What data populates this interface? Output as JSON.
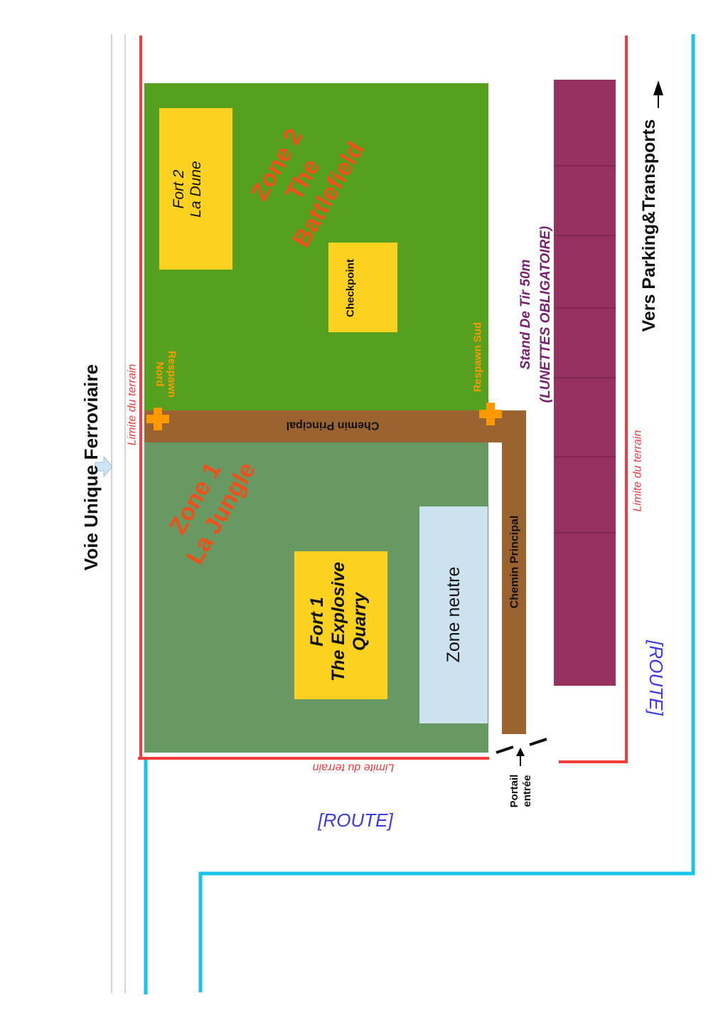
{
  "labels": {
    "railway": "Voie Unique Ferroviaire",
    "limit_west": "Limite du terrain",
    "limit_east": "Limite du terrain",
    "limit_south": "Limite du terrain",
    "zone2_line1": "Zone 2",
    "zone2_line2": "The",
    "zone2_line3": "Battlefield",
    "zone1_line1": "Zone 1",
    "zone1_line2": "La Jungle",
    "fort2_line1": "Fort 2",
    "fort2_line2": "La Dune",
    "checkpoint": "Checkpoint",
    "fort1_line1": "Fort 1",
    "fort1_line2": "The Explosive",
    "fort1_line3": "Quarry",
    "neutral_zone": "Zone neutre",
    "main_path_horizontal": "Chemin Principal",
    "main_path_vertical": "Chemin Principal",
    "respawn_north_line1": "Respawn",
    "respawn_north_line2": "Nord",
    "respawn_south": "Respawn Sud",
    "shooting_range_line1": "Stand De Tir 50m",
    "shooting_range_line2": "(LUNETTES OBLIGATOIRE)",
    "parking": "Vers Parking&Transports",
    "road_east": "[ROUTE]",
    "road_south": "[ROUTE]",
    "gate_line1": "Portail",
    "gate_line2": "entrée"
  },
  "colors": {
    "zone2": "#56a01f",
    "zone1": "#689963",
    "fort": "#fdd11f",
    "path": "#9a6330",
    "neutral": "#cce3ef",
    "range": "#97315f",
    "boundary": "#f23c3c",
    "road": "#18c3ee",
    "zone_text": "#f14f1a",
    "respawn": "#ff9900",
    "route_text": "#3b3be8",
    "range_text": "#7a1e72",
    "rail": "#a8a8a8"
  },
  "icons": {
    "respawn": "plus-cross-icon",
    "rail_arrow": "arrow-right-icon",
    "parking_arrow": "arrow-up-icon",
    "gate_arrow": "arrow-up-icon"
  }
}
